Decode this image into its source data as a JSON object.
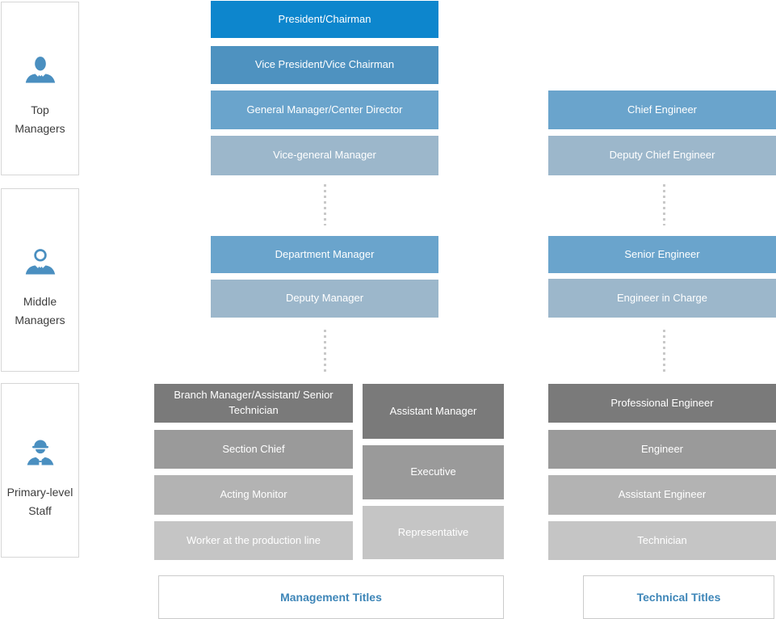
{
  "palette": {
    "level1_blue": "#0d86cd",
    "level2_blue": "#4e92c0",
    "level3_blue": "#6aa4cc",
    "level4_blue": "#9cb7cb",
    "primary_gray1": "#7a7a7a",
    "primary_gray2": "#9a9a9a",
    "primary_gray3": "#b3b3b3",
    "primary_gray4": "#c5c5c5",
    "icon_blue": "#4a8fc0",
    "footer_text_blue": "#3e86b8",
    "dotted_connector_gray": "#c9c9c9"
  },
  "sidebar": {
    "groups": [
      {
        "icon": "business-person-icon",
        "line1": "Top",
        "line2": "Managers"
      },
      {
        "icon": "person-outline-icon",
        "line1": "Middle",
        "line2": "Managers"
      },
      {
        "icon": "construction-worker-icon",
        "line1": "Primary-level",
        "line2": "Staff"
      }
    ]
  },
  "management": {
    "top_levels": [
      "President/Chairman",
      "Vice President/Vice Chairman",
      "General Manager/Center Director",
      "Vice-general Manager"
    ],
    "middle_levels": [
      "Department Manager",
      "Deputy Manager"
    ],
    "primary_left": [
      "Branch Manager/Assistant/ Senior Technician",
      "Section Chief",
      "Acting Monitor",
      "Worker at the production line"
    ],
    "primary_right": [
      "Assistant Manager",
      "Executive",
      "Representative"
    ],
    "footer": "Management Titles"
  },
  "technical": {
    "top_levels": [
      "Chief Engineer",
      "Deputy Chief Engineer"
    ],
    "middle_levels": [
      "Senior Engineer",
      "Engineer in Charge"
    ],
    "primary_levels": [
      "Professional Engineer",
      "Engineer",
      "Assistant Engineer",
      "Technician"
    ],
    "footer": "Technical Titles"
  }
}
